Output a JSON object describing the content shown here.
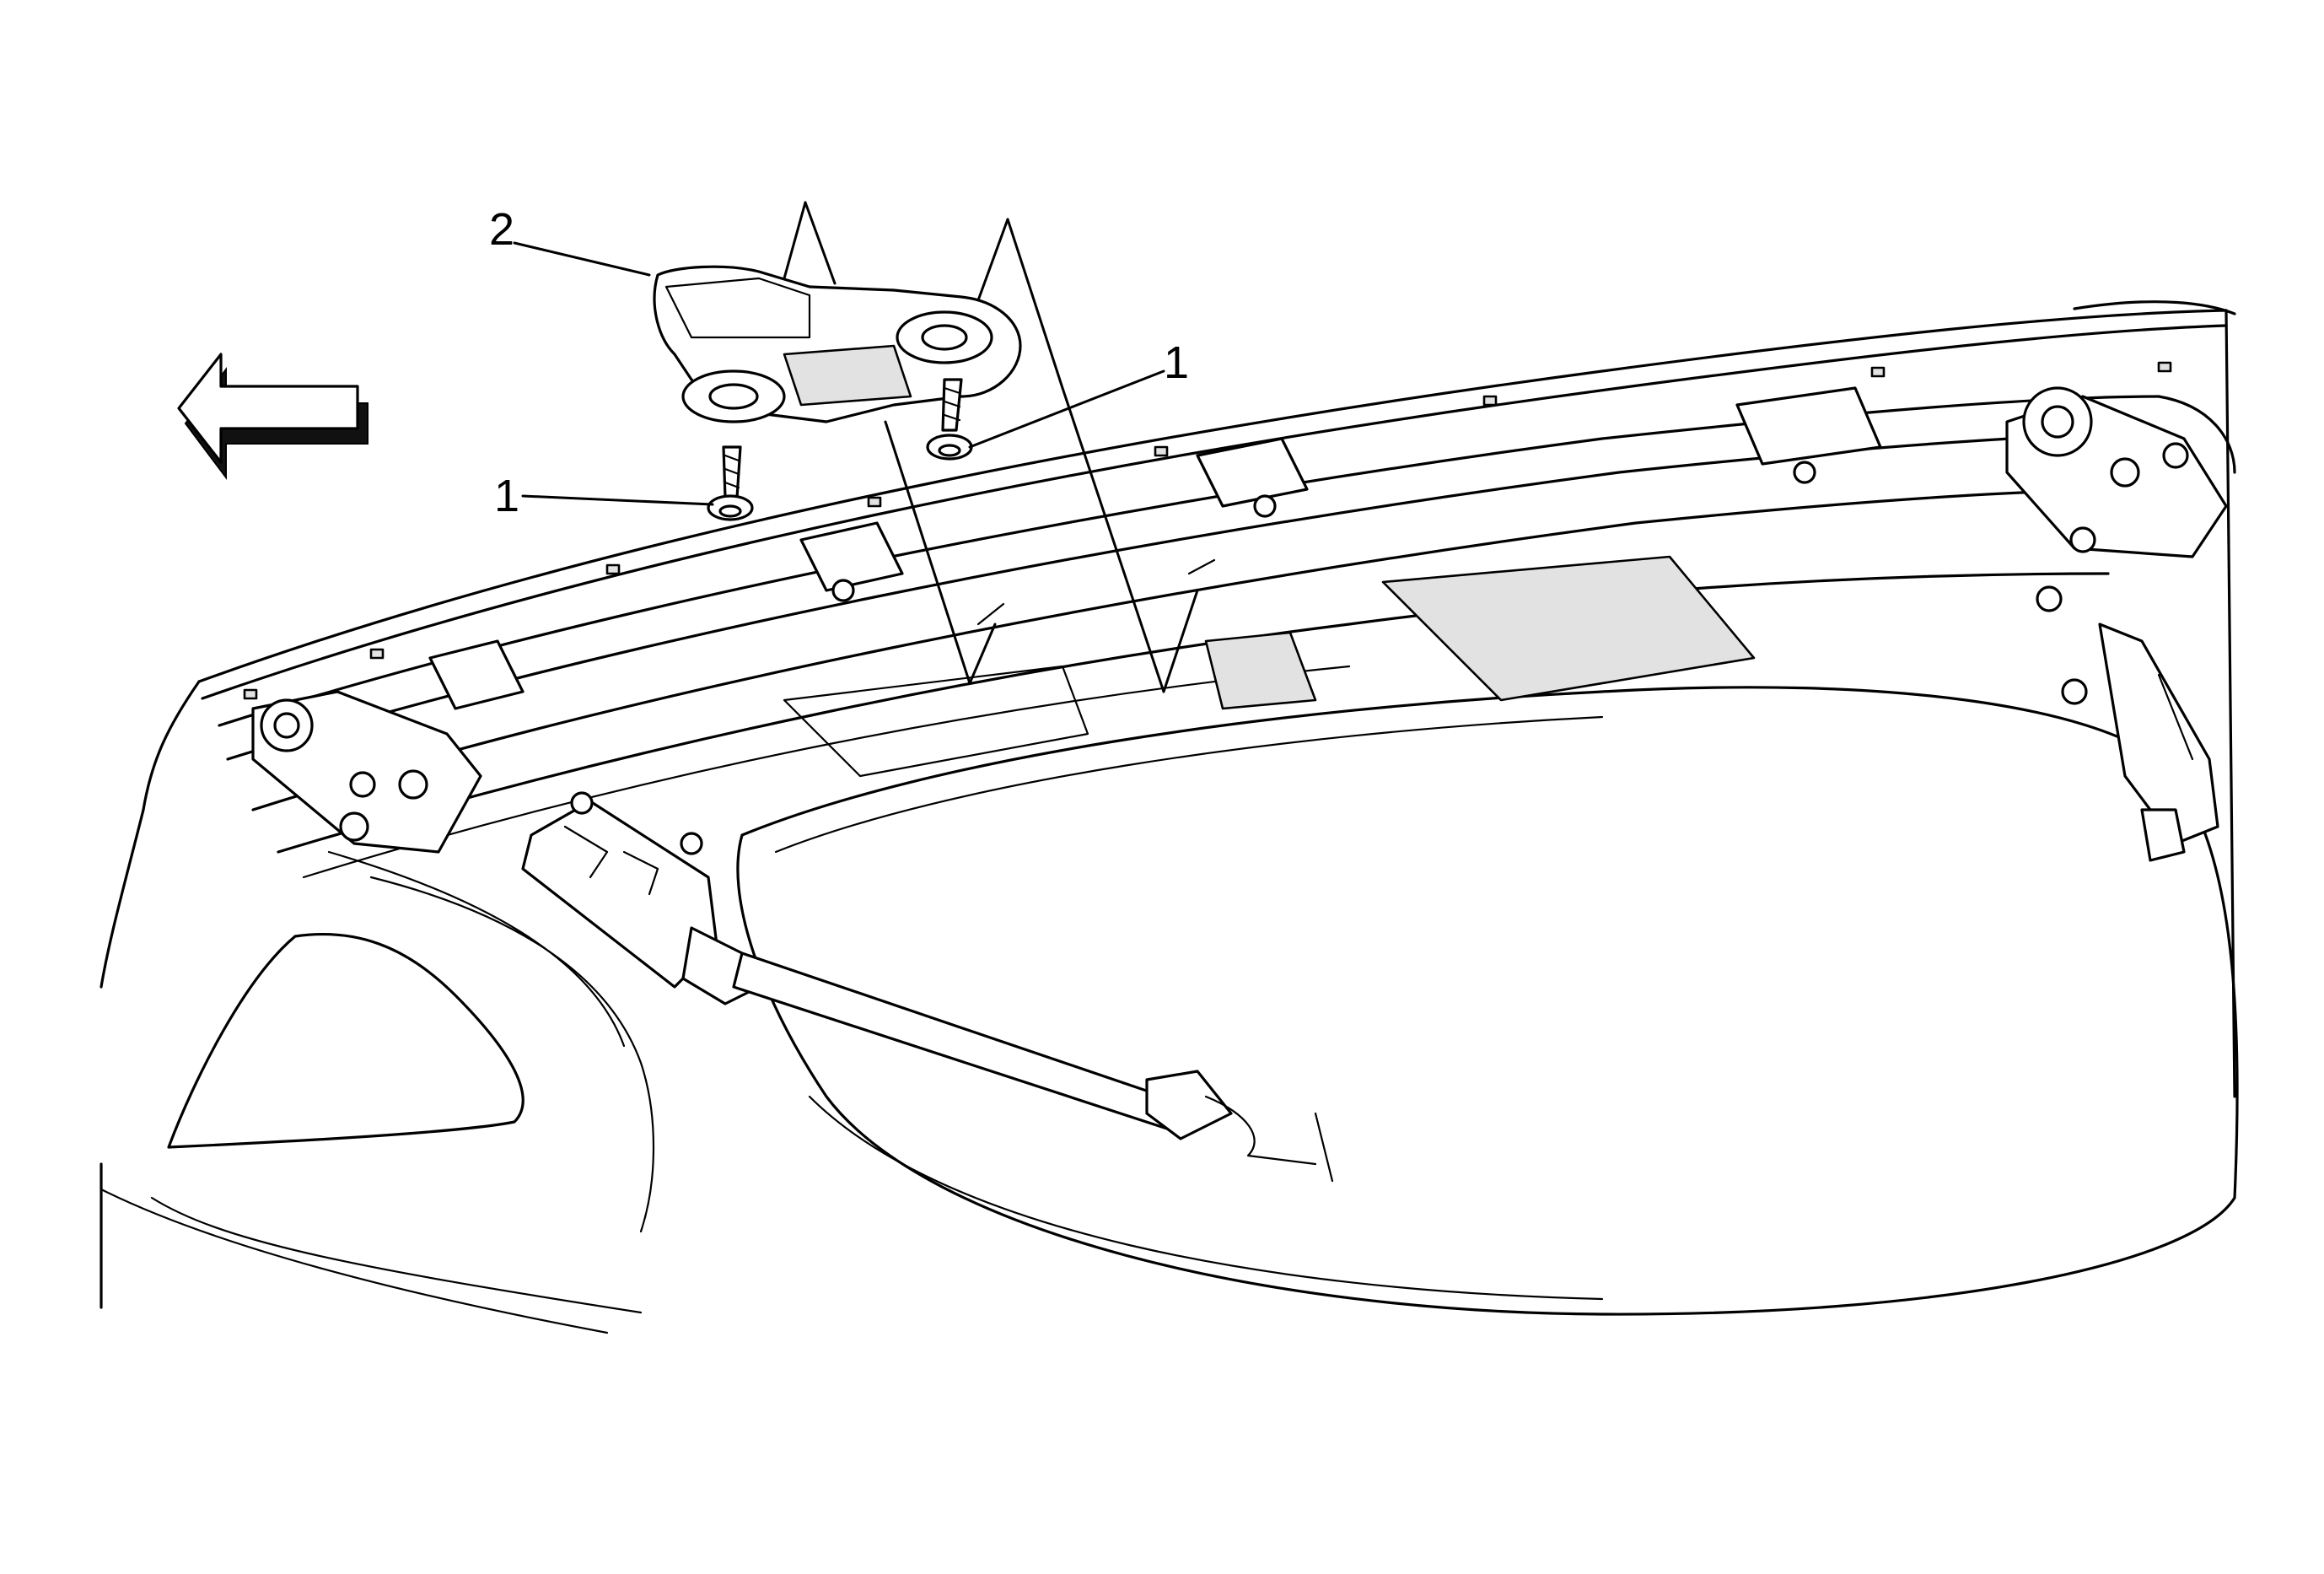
{
  "figure": {
    "callouts": [
      {
        "id": "fastener-top",
        "text": "1"
      },
      {
        "id": "fastener-left",
        "text": "1"
      },
      {
        "id": "bracket",
        "text": "2"
      }
    ],
    "icons": [
      "direction-arrow-icon"
    ],
    "colors": {
      "line": "#000000",
      "background": "#ffffff",
      "shade": "#e2e2e2"
    }
  }
}
